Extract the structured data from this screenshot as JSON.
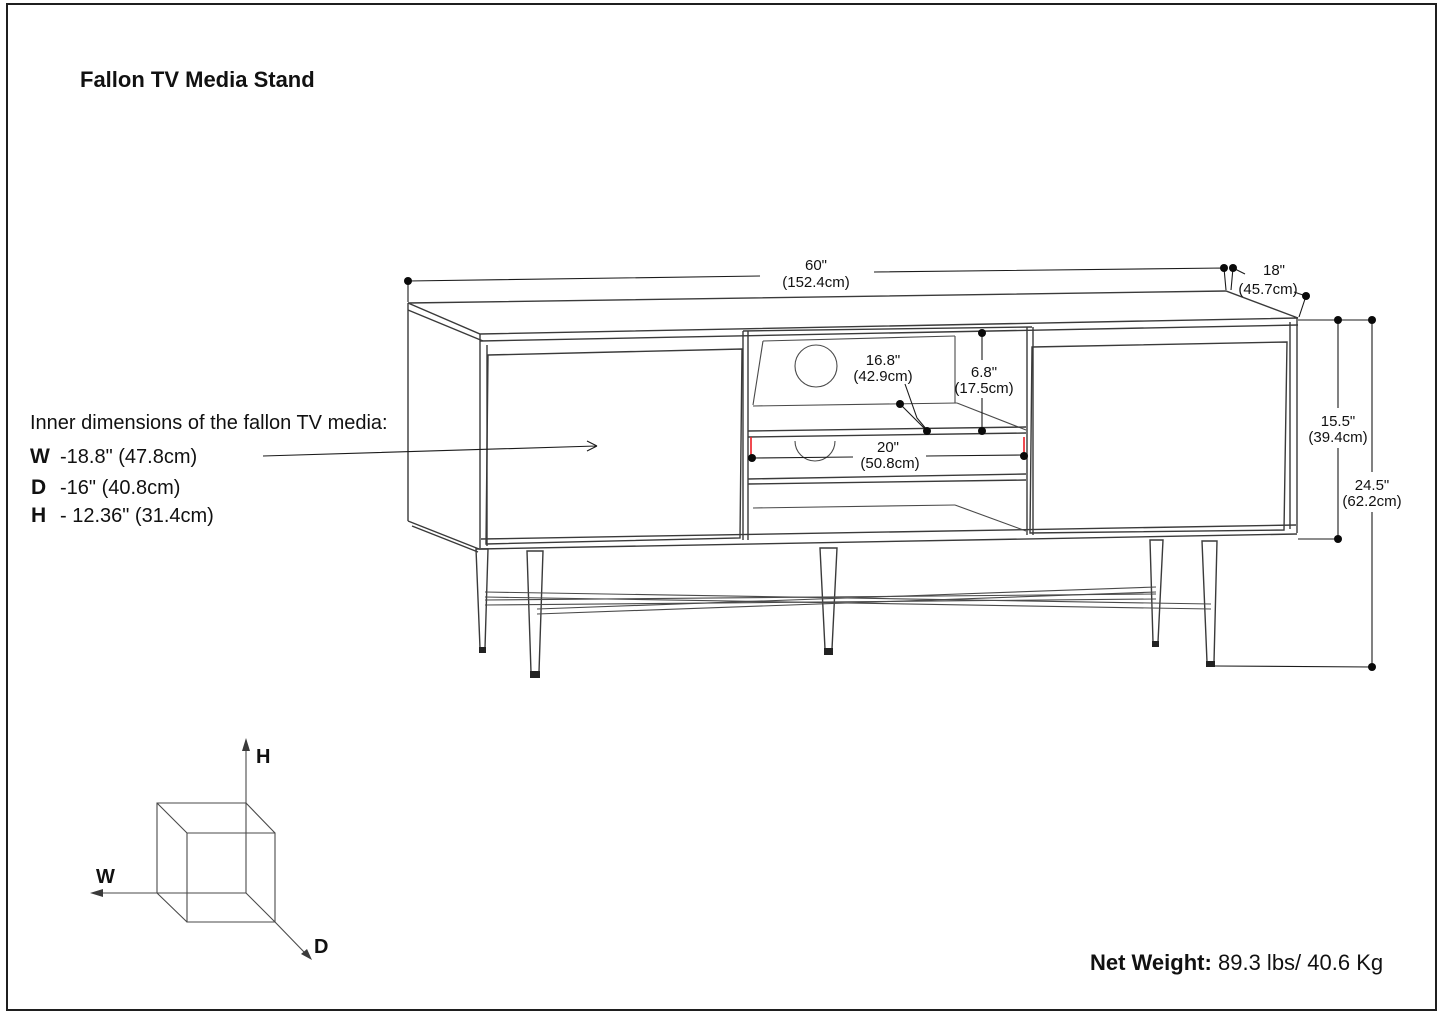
{
  "title": "Fallon TV Media Stand",
  "drawing": {
    "dimensions": {
      "width": {
        "in": "60\"",
        "cm": "(152.4cm)"
      },
      "depth": {
        "in": "18\"",
        "cm": "(45.7cm)"
      },
      "shelf_width": {
        "in": "16.8\"",
        "cm": "(42.9cm)"
      },
      "upper_opening_height": {
        "in": "6.8\"",
        "cm": "(17.5cm)"
      },
      "lower_opening_width": {
        "in": "20\"",
        "cm": "(50.8cm)"
      },
      "cabinet_height": {
        "in": "15.5\"",
        "cm": "(39.4cm)"
      },
      "overall_height": {
        "in": "24.5\"",
        "cm": "(62.2cm)"
      }
    }
  },
  "inner_dimensions": {
    "heading": "Inner dimensions of the fallon TV media:",
    "rows": [
      {
        "key": "W",
        "value": "-18.8\" (47.8cm)"
      },
      {
        "key": "D",
        "value": "-16\" (40.8cm)"
      },
      {
        "key": "H",
        "value": "- 12.36\" (31.4cm)"
      }
    ]
  },
  "axis_cube": {
    "height_label": "H",
    "width_label": "W",
    "depth_label": "D"
  },
  "net_weight": {
    "label": "Net Weight:",
    "value": "89.3 lbs/ 40.6 Kg"
  },
  "colors": {
    "line": "#3a3a3a",
    "dimension_line": "#1b1b1b",
    "highlight_red": "#ed1c24",
    "background": "#ffffff",
    "page_border": "#1f1f1f"
  }
}
